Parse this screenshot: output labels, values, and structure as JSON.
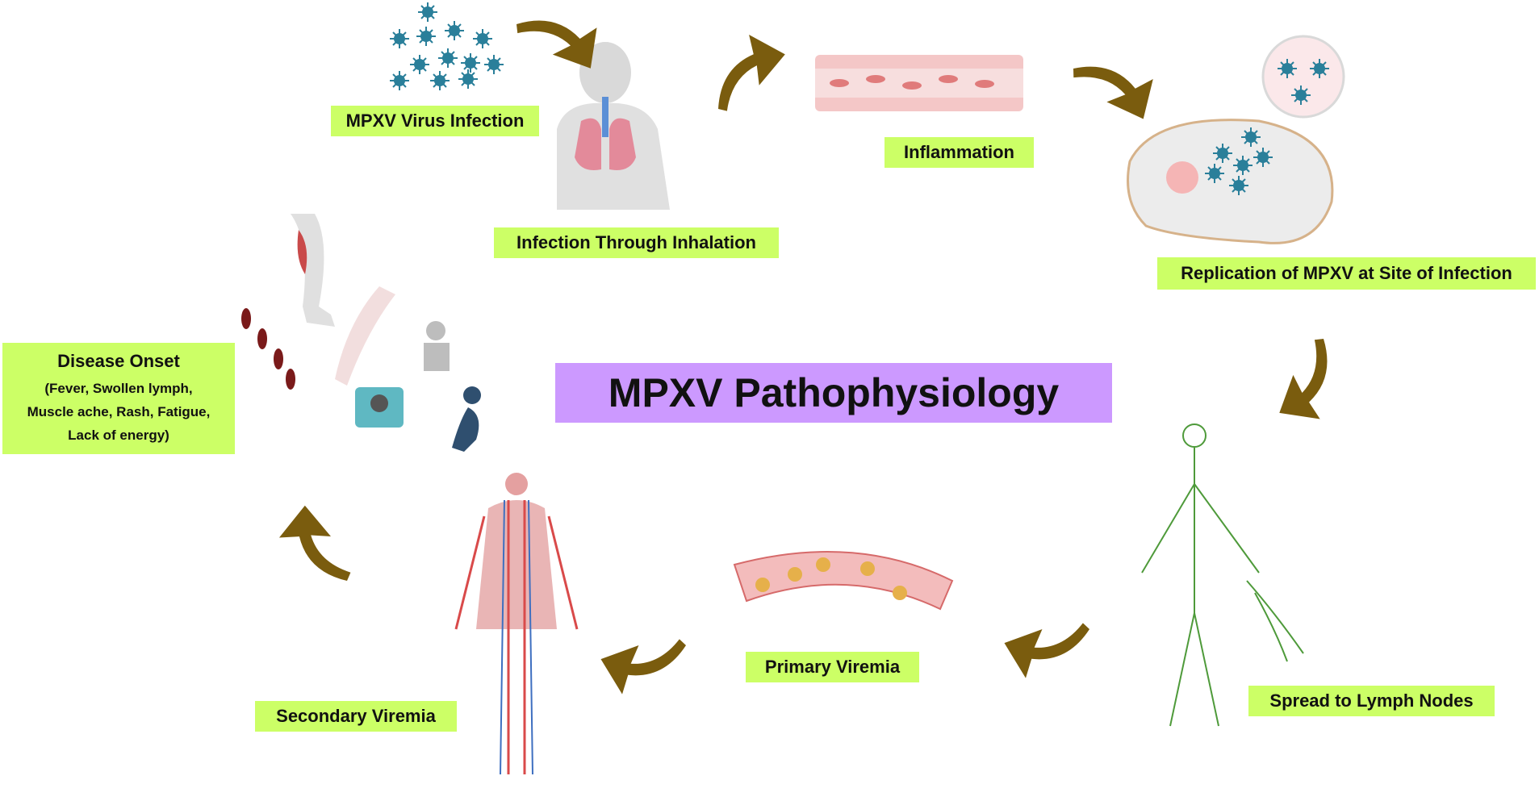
{
  "title": "MPXV Pathophysiology",
  "stages": {
    "virus_infection": "MPXV Virus Infection",
    "inhalation": "Infection Through Inhalation",
    "inflammation": "Inflammation",
    "replication": "Replication of  MPXV  at Site of Infection",
    "lymph": "Spread to Lymph Nodes",
    "primary": "Primary Viremia",
    "secondary": "Secondary Viremia"
  },
  "onset": {
    "heading": "Disease Onset",
    "lines": [
      "(Fever, Swollen lymph,",
      "Muscle ache, Rash, Fatigue,",
      "Lack of energy)"
    ]
  },
  "colors": {
    "label_bg": "#ccff66",
    "title_bg": "#cc99ff",
    "arrow": "#7a5c0e",
    "virus": "#2a7f9a",
    "vessel": "#e88a8a",
    "lymph": "#4e9a3a"
  }
}
